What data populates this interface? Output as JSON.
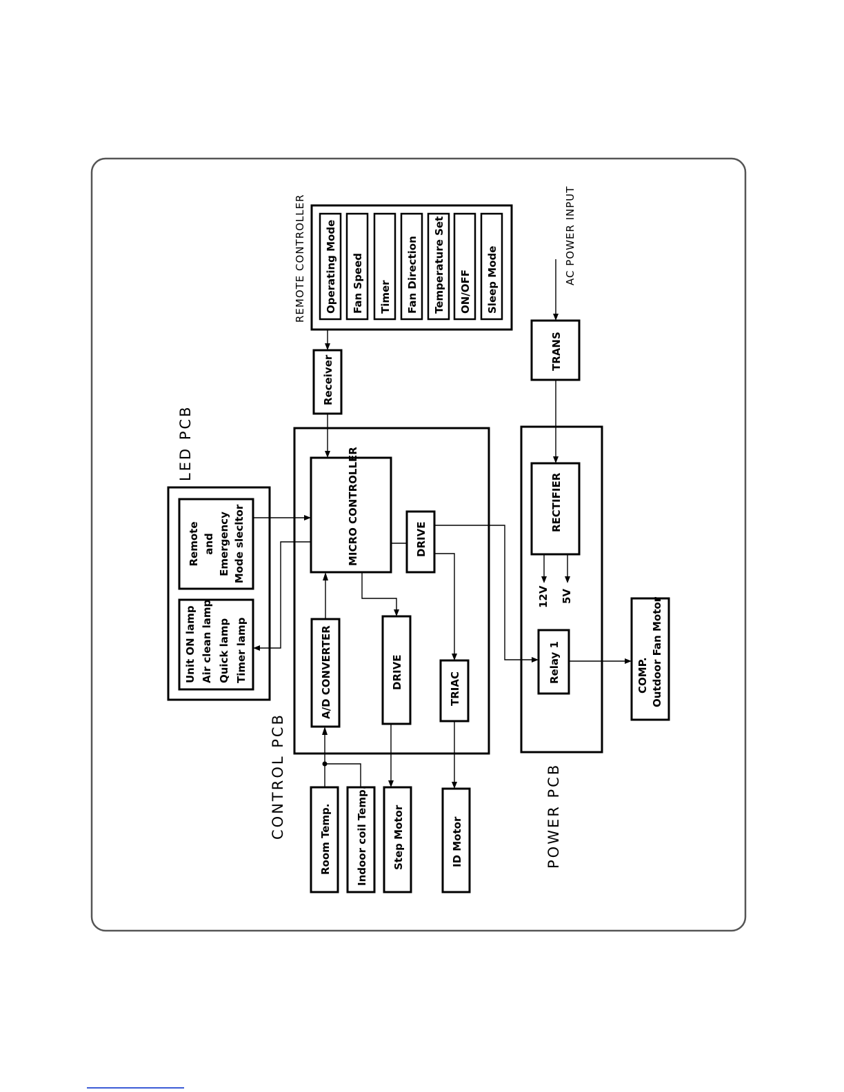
{
  "diagram": {
    "sections": {
      "led_pcb": "LED PCB",
      "control_pcb": "CONTROL PCB",
      "power_pcb": "POWER PCB",
      "remote_controller": "REMOTE CONTROLLER"
    },
    "remote_buttons": [
      "Operating Mode",
      "Fan Speed",
      "Timer",
      "Fan Direction",
      "Temperature Set",
      "ON/OFF",
      "Sleep Mode"
    ],
    "led_lamps": [
      "Unit ON lamp",
      "Air clean lamp",
      "Quick lamp",
      "Timer lamp"
    ],
    "mode_selector": [
      "Remote",
      "and",
      "Emergency",
      "Mode slecltor"
    ],
    "blocks": {
      "receiver": "Receiver",
      "micro_controller": "MICRO CONTROLLER",
      "drive_relay": "DRIVE",
      "ad_converter": "A/D CONVERTER",
      "drive_step": "DRIVE",
      "triac": "TRIAC",
      "trans": "TRANS",
      "rectifier": "RECTIFIER",
      "relay": "Relay 1",
      "comp_line1": "COMP.",
      "comp_line2": "Outdoor Fan Motor"
    },
    "inputs": {
      "room_temp": "Room Temp.",
      "indoor_coil_temp": "Indoor coil Temp.",
      "step_motor": "Step Motor",
      "id_motor": "ID Motor",
      "ac_power_input": "AC POWER INPUT"
    },
    "outputs": {
      "v12": "12V",
      "v5": "5V"
    }
  }
}
